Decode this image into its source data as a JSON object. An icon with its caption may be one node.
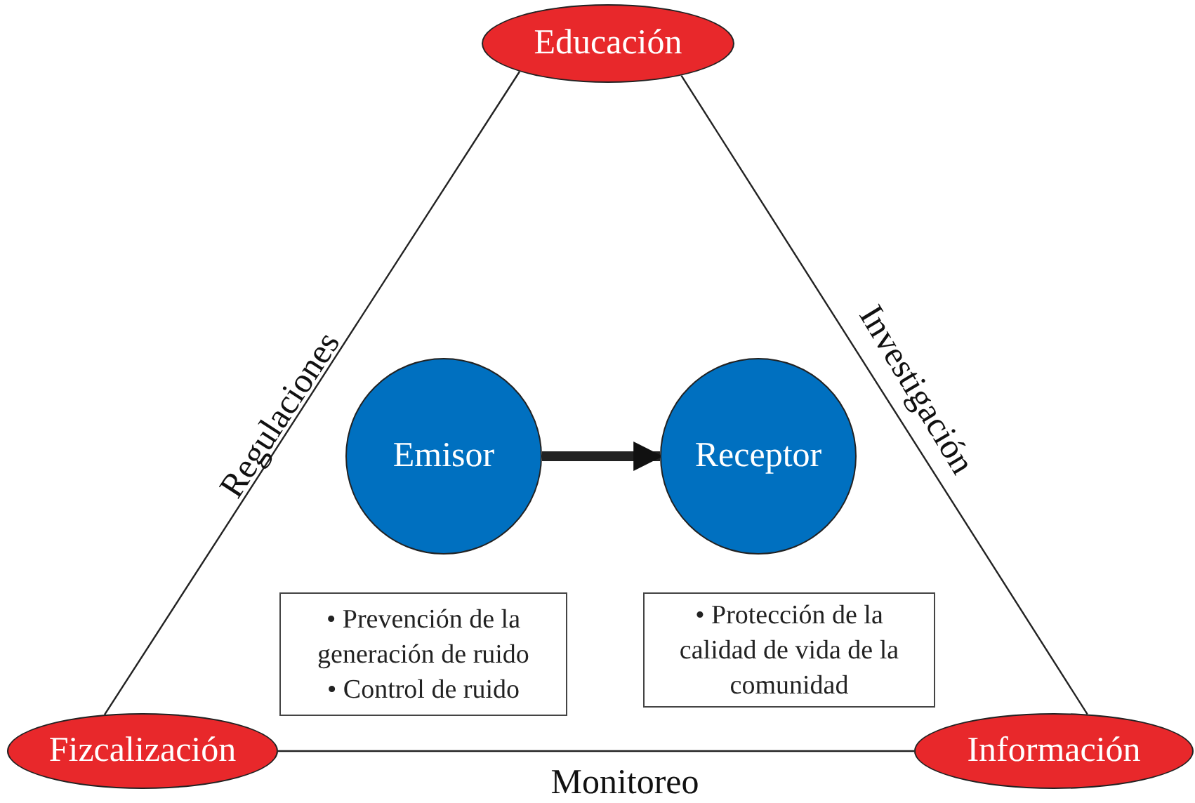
{
  "diagram": {
    "nodes": [
      {
        "text": [
          "Educación"
        ]
      },
      {
        "text": [
          "Emisor"
        ]
      },
      {
        "text": [
          "Receptor"
        ]
      },
      {
        "text": [
          "• Prevención de la generación de ruido",
          "• Control de ruido"
        ]
      },
      {
        "text": [
          "• Protección de la calidad de vida de la comunidad"
        ]
      },
      {
        "text": [
          "Fizcalización"
        ]
      },
      {
        "text": [
          "Información"
        ]
      }
    ],
    "edges": [
      {
        "from": 0,
        "to": 5,
        "arrow": "none",
        "label": "Regulaciones"
      },
      {
        "from": 0,
        "to": 6,
        "arrow": "none",
        "label": "Investigación"
      },
      {
        "from": 5,
        "to": 6,
        "arrow": "none",
        "label": "Monitoreo"
      },
      {
        "from": 1,
        "to": 2,
        "arrow": "to",
        "style": "thick"
      }
    ]
  }
}
